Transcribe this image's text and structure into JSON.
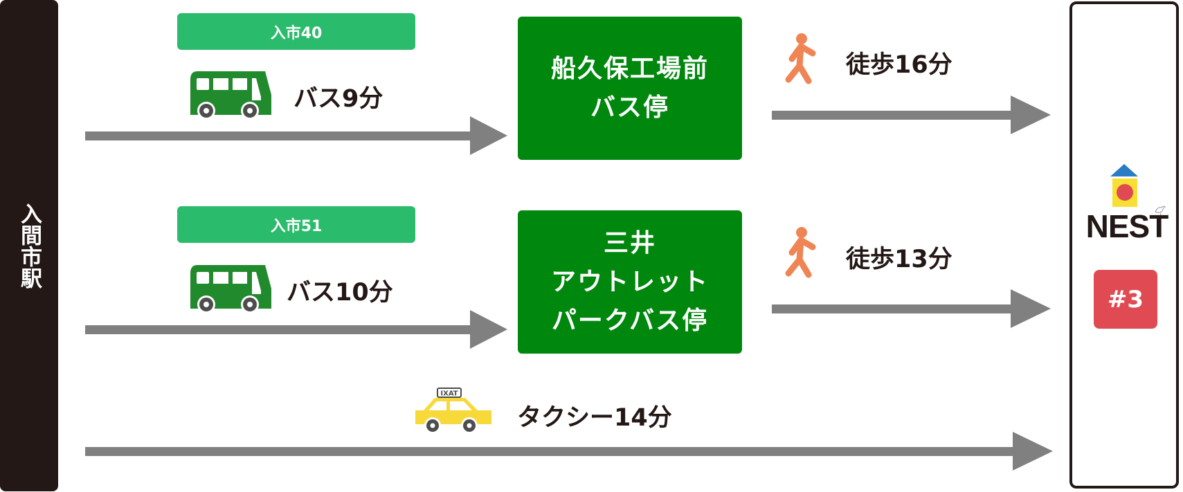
{
  "diagram": {
    "origin": {
      "label": "入間市駅"
    },
    "destination": {
      "name": "NEST",
      "badge": "#3",
      "logo_icon": "nest-house-logo"
    },
    "routes": [
      {
        "route_label": "入市40",
        "mode": "bus",
        "mode_icon": "bus-icon",
        "mode_text": "バス9分",
        "stop": [
          "船久保工場前",
          "バス停"
        ],
        "walk_icon": "walking-person-icon",
        "walk_text": "徒歩16分"
      },
      {
        "route_label": "入市51",
        "mode": "bus",
        "mode_icon": "bus-icon",
        "mode_text": "バス10分",
        "stop": [
          "三井",
          "アウトレット",
          "パークバス停"
        ],
        "walk_icon": "walking-person-icon",
        "walk_text": "徒歩13分"
      },
      {
        "mode": "taxi",
        "mode_icon": "taxi-icon",
        "taxi_sign": "IXAT",
        "mode_text": "タクシー14分"
      }
    ],
    "colors": {
      "origin_bg": "#231815",
      "route_pill": "#2bbb6c",
      "stop_box": "#00870d",
      "arrow": "#808080",
      "bus": "#218a2d",
      "walker": "#ef8554",
      "taxi": "#f7d93a",
      "badge": "#e04a52",
      "logo_roof": "#2a7cc4",
      "logo_body": "#f7e033",
      "logo_dot": "#e04a52"
    }
  }
}
